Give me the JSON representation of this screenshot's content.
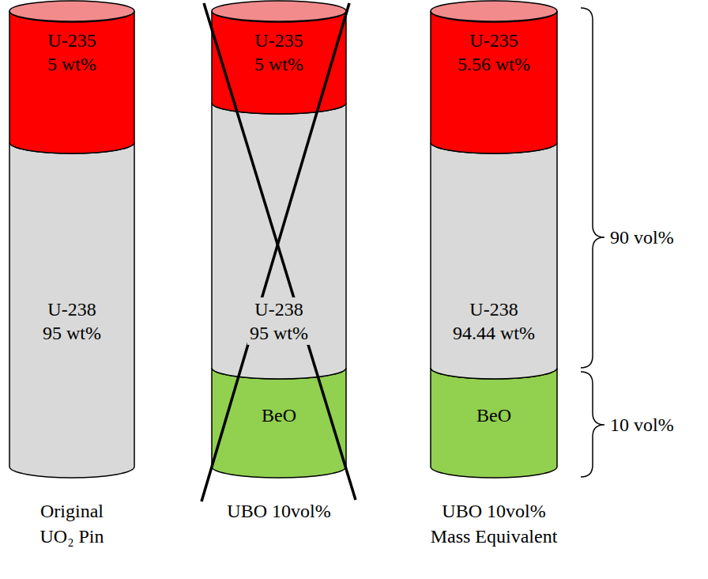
{
  "diagram": {
    "nodes": [
      {
        "text": [
          "U-235",
          "5 wt%"
        ]
      },
      {
        "text": [
          "U-238",
          "95 wt%"
        ]
      },
      {
        "text": [
          "U-235",
          "5 wt%"
        ]
      },
      {
        "text": [
          "U-238",
          "95 wt%"
        ]
      },
      {
        "text": [
          "BeO"
        ]
      },
      {
        "text": [
          "U-235",
          "5.56 wt%"
        ]
      },
      {
        "text": [
          "U-238",
          "94.44 wt%"
        ]
      },
      {
        "text": [
          "BeO"
        ]
      }
    ],
    "labels": [
      "90 vol%",
      "10 vol%",
      "Original UO₂ Pin",
      "UBO 10vol%",
      "UBO 10vol% Mass Equivalent"
    ]
  }
}
